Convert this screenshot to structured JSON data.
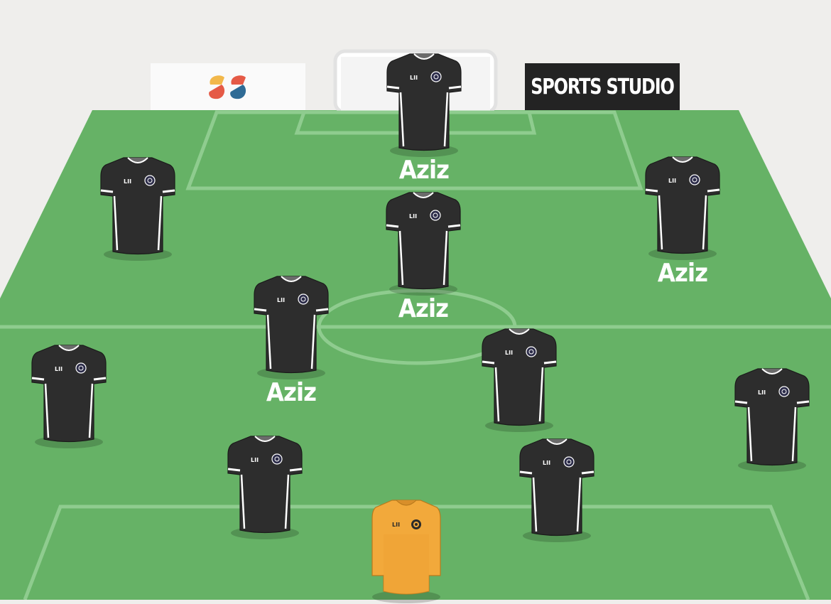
{
  "app": {
    "colors": {
      "pitch": "#66b266",
      "pitch_lines": "#8fcc8f",
      "outfield_kit": "#2d2d2d",
      "goalkeeper_kit": "#f2a93b"
    }
  },
  "boards": {
    "left_logo": "SS",
    "right_text": "SPORTS STUDIO"
  },
  "players": [
    {
      "role": "outfield",
      "name": "Aziz",
      "kit_maker": "LII",
      "badge_icon": "club-crest-icon"
    },
    {
      "role": "outfield",
      "name": "",
      "kit_maker": "LII",
      "badge_icon": "club-crest-icon"
    },
    {
      "role": "outfield",
      "name": "Aziz",
      "kit_maker": "LII",
      "badge_icon": "club-crest-icon"
    },
    {
      "role": "outfield",
      "name": "Aziz",
      "kit_maker": "LII",
      "badge_icon": "club-crest-icon"
    },
    {
      "role": "outfield",
      "name": "Aziz",
      "kit_maker": "LII",
      "badge_icon": "club-crest-icon"
    },
    {
      "role": "outfield",
      "name": "",
      "kit_maker": "LII",
      "badge_icon": "club-crest-icon"
    },
    {
      "role": "outfield",
      "name": "",
      "kit_maker": "LII",
      "badge_icon": "club-crest-icon"
    },
    {
      "role": "outfield",
      "name": "",
      "kit_maker": "LII",
      "badge_icon": "club-crest-icon"
    },
    {
      "role": "outfield",
      "name": "",
      "kit_maker": "LII",
      "badge_icon": "club-crest-icon"
    },
    {
      "role": "outfield",
      "name": "",
      "kit_maker": "LII",
      "badge_icon": "club-crest-icon"
    },
    {
      "role": "goalkeeper",
      "name": "",
      "kit_maker": "LII",
      "badge_icon": "club-crest-icon"
    }
  ]
}
